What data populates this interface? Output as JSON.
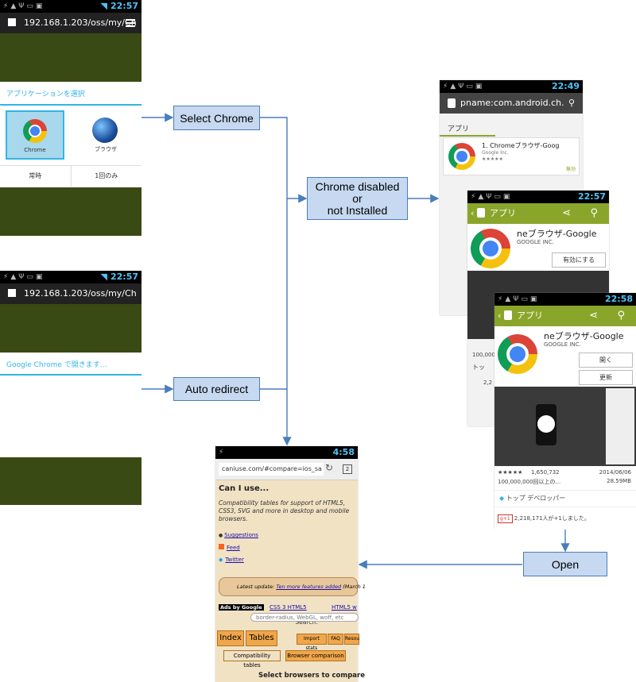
{
  "screen1": {
    "status_time": "22:57",
    "url": "192.168.1.203/oss/my/Ch",
    "dialog_title": "アプリケーションを選択",
    "apps": [
      {
        "label": "Chrome",
        "icon": "chrome-icon"
      },
      {
        "label": "ブラウザ",
        "icon": "browser-globe-icon"
      }
    ],
    "buttons": [
      "常時",
      "1回のみ"
    ]
  },
  "screen2": {
    "status_time": "22:57",
    "url": "192.168.1.203/oss/my/Ch",
    "dialog_title": "Google Chrome で開きます..."
  },
  "flow": {
    "select_chrome": "Select Chrome",
    "chrome_disabled": [
      "Chrome disabled",
      "or",
      "not Installed"
    ],
    "auto_redirect": "Auto redirect",
    "open": "Open"
  },
  "play_search": {
    "status_time": "22:49",
    "query": "pname:com.android.ch.",
    "section": "アプリ",
    "result_title": "1. Chromeブラウザ-Goog",
    "result_dev": "Google Inc.",
    "result_status": "無効"
  },
  "play_disabled": {
    "status_time": "22:57",
    "header": "アプリ",
    "title": "neブラウザ-Google",
    "developer": "GOOGLE INC.",
    "enable_button": "有効にする",
    "stats_fragment": "100,000",
    "top_fragment": "トッ",
    "plus_fragment": "2,2"
  },
  "play_enabled": {
    "status_time": "22:58",
    "header": "アプリ",
    "title": "neブラウザ-Google",
    "developer": "GOOGLE INC.",
    "open_button": "開く",
    "update_button": "更新",
    "rating_count": "1,650,732",
    "date": "2014/06/06",
    "installs": "100,000,000回以上の...",
    "size": "28.59MB",
    "top_dev": "トップ デベロッパー",
    "plus_one": "2,218,171人が+1しました。"
  },
  "caniuse": {
    "status_time": "4:58",
    "url": "caniuse.com/#compare=ios_sa",
    "tab_count": "2",
    "title": "Can I use...",
    "description": "Compatibility tables for support of HTML5, CSS3, SVG and more in desktop and mobile browsers.",
    "links": [
      "Suggestions",
      "Feed",
      "Twitter"
    ],
    "last_update_prefix": "Latest update:",
    "last_update_link": "Ten more features added",
    "last_update_suffix": "(March 1",
    "ads": "Ads by Google",
    "ad_links": [
      "CSS 3 HTML5",
      "HTML5 w"
    ],
    "search_label": "Search:",
    "search_placeholder": "border-radius, WebGL, woff, etc",
    "tabs": [
      "Index",
      "Tables"
    ],
    "small_tabs": [
      "Import stats",
      "FAQ",
      "Resou"
    ],
    "sub_tabs": [
      "Compatibility tables",
      "Browser comparison"
    ],
    "footer": "Select browsers to compare"
  },
  "colors": {
    "flow_box": "#c6d9f1",
    "flow_border": "#4a7ebb",
    "arrow": "#4a7ebb",
    "play_green": "#8aa62a",
    "olive": "#3a4a14"
  }
}
